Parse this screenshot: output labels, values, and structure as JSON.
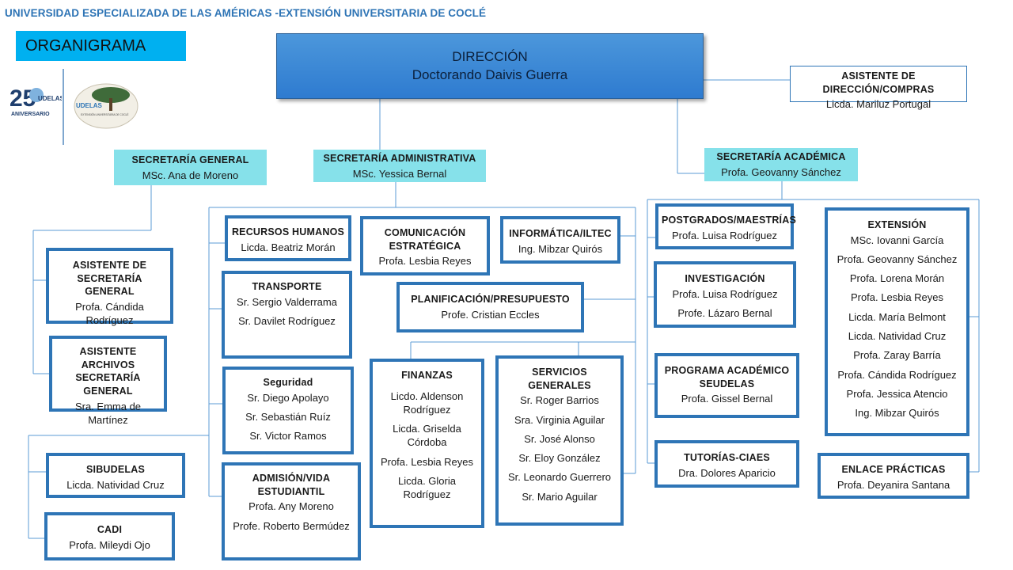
{
  "header": {
    "title": "UNIVERSIDAD ESPECIALIZADA DE LAS AMÉRICAS -EXTENSIÓN UNIVERSITARIA DE COCLÉ",
    "section_label": "ORGANIGRAMA"
  },
  "logos": {
    "anniversary": {
      "number": "25",
      "brand": "UDELAS",
      "caption": "ANIVERSARIO"
    },
    "extension": {
      "brand": "UDELAS",
      "caption": "EXTENSIÓN UNIVERSITARIA DE COCLÉ"
    }
  },
  "colors": {
    "accent": "#2e75b6",
    "header_text": "#2e74b5",
    "direction_fill": "#3a89d6",
    "secretariat_fill": "#86e1ea",
    "label_fill": "#00b0f0",
    "connector": "#5b9bd5"
  },
  "direccion": {
    "title": "DIRECCIÓN",
    "name": "Doctorando Daivis Guerra"
  },
  "asistente_direccion": {
    "title": "ASISTENTE DE DIRECCIÓN/COMPRAS",
    "name": "Licda. Mariluz  Portugal"
  },
  "sec_general": {
    "title": "SECRETARÍA GENERAL",
    "name": "MSc. Ana  de Moreno"
  },
  "sec_admin": {
    "title": "SECRETARÍA ADMINISTRATIVA",
    "name": "MSc. Yessica  Bernal"
  },
  "sec_academica": {
    "title": "SECRETARÍA ACADÉMICA",
    "name": "Profa.  Geovanny  Sánchez"
  },
  "asistente_sg": {
    "title": "ASISTENTE DE SECRETARÍA GENERAL",
    "name": "Profa.  Cándida Rodríguez"
  },
  "archivos_sg": {
    "title": "ASISTENTE ARCHIVOS SECRETARÍA GENERAL",
    "name": "Sra. Emma  de Martínez"
  },
  "sibudelas": {
    "title": "SIBUDELAS",
    "name": "Licda.  Natividad  Cruz"
  },
  "cadi": {
    "title": "CADI",
    "name": "Profa.  Mileydi  Ojo"
  },
  "rrhh": {
    "title": "RECURSOS HUMANOS",
    "name": "Licda.  Beatriz Morán"
  },
  "transporte": {
    "title": "TRANSPORTE",
    "people": [
      "Sr. Sergio Valderrama",
      "Sr. Davilet  Rodríguez"
    ]
  },
  "seguridad": {
    "title": "Seguridad",
    "people": [
      "Sr. Diego  Apolayo",
      "Sr. Sebastián  Ruíz",
      "Sr.  Victor  Ramos"
    ]
  },
  "admision": {
    "title": "ADMISIÓN/VIDA ESTUDIANTIL",
    "people": [
      "Profa. Any  Moreno",
      "Profe. Roberto Bermúdez"
    ]
  },
  "comunicacion": {
    "title": "COMUNICACIÓN ESTRATÉGICA",
    "name": "Profa.  Lesbia Reyes"
  },
  "informatica": {
    "title": "INFORMÁTICA/ILTEC",
    "name": "Ing.  Mibzar  Quirós"
  },
  "planificacion": {
    "title": "PLANIFICACIÓN/PRESUPUESTO",
    "name": "Profe.  Cristian  Eccles"
  },
  "finanzas": {
    "title": "FINANZAS",
    "people": [
      "Licdo.  Aldenson Rodríguez",
      "Licda.  Griselda Córdoba",
      "Profa.  Lesbia Reyes",
      "Licda.  Gloria Rodríguez"
    ]
  },
  "servicios": {
    "title": "SERVICIOS GENERALES",
    "people": [
      "Sr.  Roger Barrios",
      "Sra.  Virginia Aguilar",
      "Sr.  José  Alonso",
      "Sr.  Eloy  González",
      "Sr.  Leonardo Guerrero",
      "Sr.  Mario  Aguilar"
    ]
  },
  "postgrados": {
    "title": "POSTGRADOS/MAESTRÍAS",
    "name": "Profa.  Luisa Rodríguez"
  },
  "investigacion": {
    "title": "INVESTIGACIÓN",
    "people": [
      "Profa.  Luisa  Rodríguez",
      "Profe.  Lázaro  Bernal"
    ]
  },
  "programa": {
    "title": "PROGRAMA ACADÉMICO SEUDELAS",
    "name": "Profa.  Gissel  Bernal"
  },
  "tutorias": {
    "title": "TUTORÍAS-CIAES",
    "name": "Dra.  Dolores  Aparicio"
  },
  "extension": {
    "title": "EXTENSIÓN",
    "people": [
      "MSc.  Iovanni  García",
      "Profa.  Geovanny  Sánchez",
      "Profa.  Lorena  Morán",
      "Profa.  Lesbia  Reyes",
      "Licda.  María  Belmont",
      "Licda.  Natividad  Cruz",
      "Profa.  Zaray  Barría",
      "Profa.  Cándida Rodríguez",
      "Profa.  Jessica  Atencio",
      "Ing.  Mibzar  Quirós"
    ]
  },
  "enlace": {
    "title": "ENLACE PRÁCTICAS",
    "name": "Profa.  Deyanira  Santana"
  }
}
